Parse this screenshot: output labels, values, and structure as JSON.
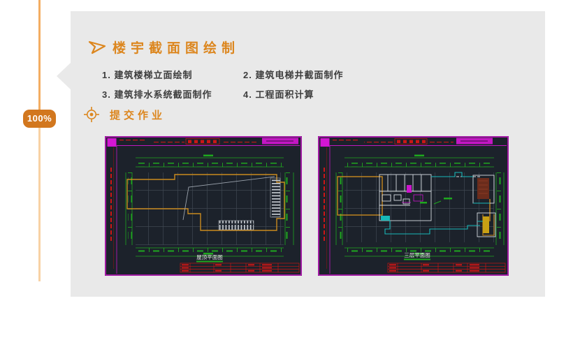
{
  "progress": {
    "percent_label": "100%",
    "badge_color": "#D2771E",
    "rail_color_top": "#F3AD62",
    "rail_color_bottom": "#F8D2A4"
  },
  "content": {
    "title": "楼宇截面图绘制",
    "title_color": "#DC861E",
    "items": [
      "1. 建筑楼梯立面绘制",
      "2. 建筑电梯井截面制作",
      "3. 建筑排水系统截面制作",
      "4. 工程面积计算"
    ],
    "submit_label": "提交作业"
  },
  "drawings": {
    "left_caption": "屋顶平面图",
    "right_caption": "三层平面图",
    "canvas_background": "#1C222B",
    "frame_color": "#C018C0",
    "dimension_color": "#1FA81F",
    "building_outline_color": "#C98A1E",
    "annotation_color": "#CC1616",
    "pipe_color": "#18B8B8"
  }
}
